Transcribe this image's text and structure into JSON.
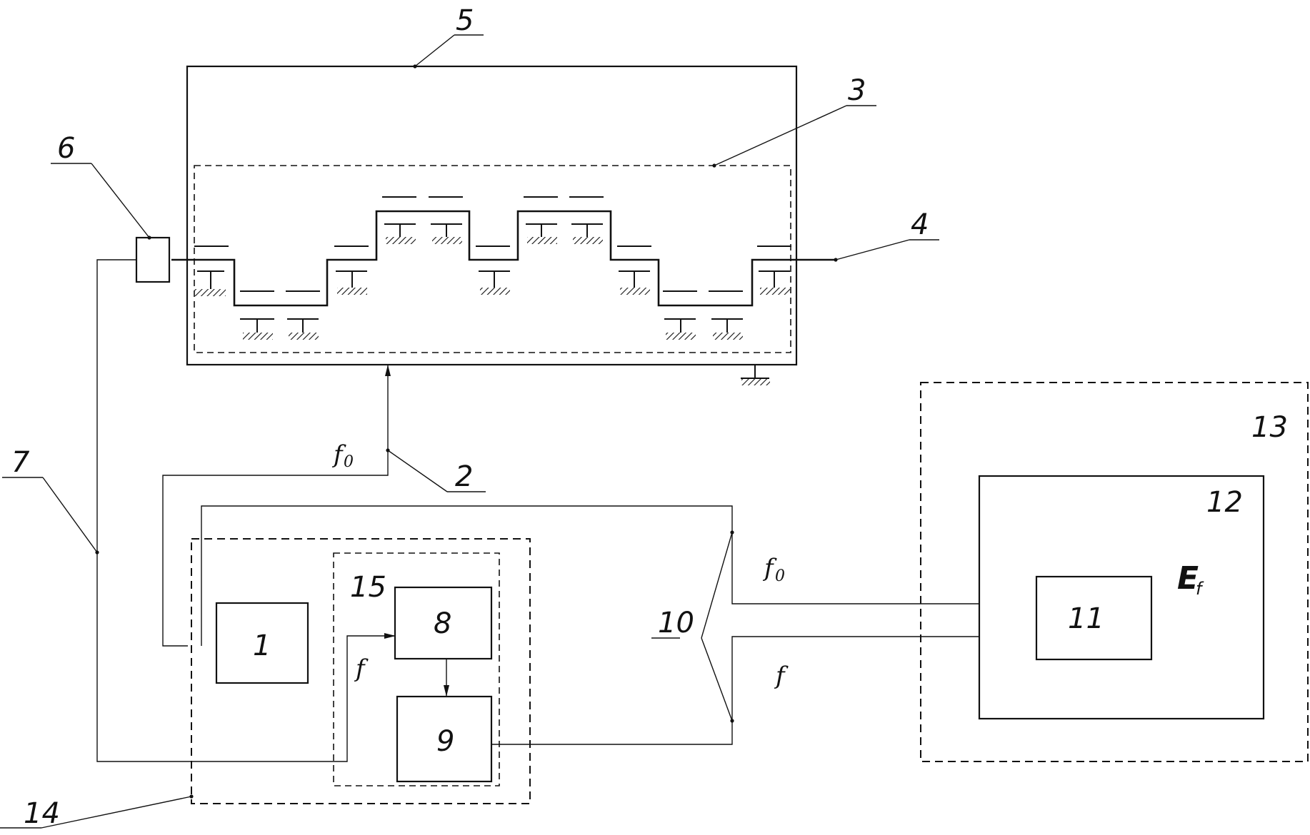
{
  "labels": {
    "n1": "1",
    "n2": "2",
    "n3": "3",
    "n4": "4",
    "n5": "5",
    "n6": "6",
    "n7": "7",
    "n8": "8",
    "n9": "9",
    "n10": "10",
    "n11": "11",
    "n12": "12",
    "n13": "13",
    "n14": "14",
    "n15": "15"
  },
  "signals": {
    "f_main": "f",
    "f0_sub": "0",
    "f_plain": "f",
    "output_E": "E",
    "output_sub": "f"
  }
}
